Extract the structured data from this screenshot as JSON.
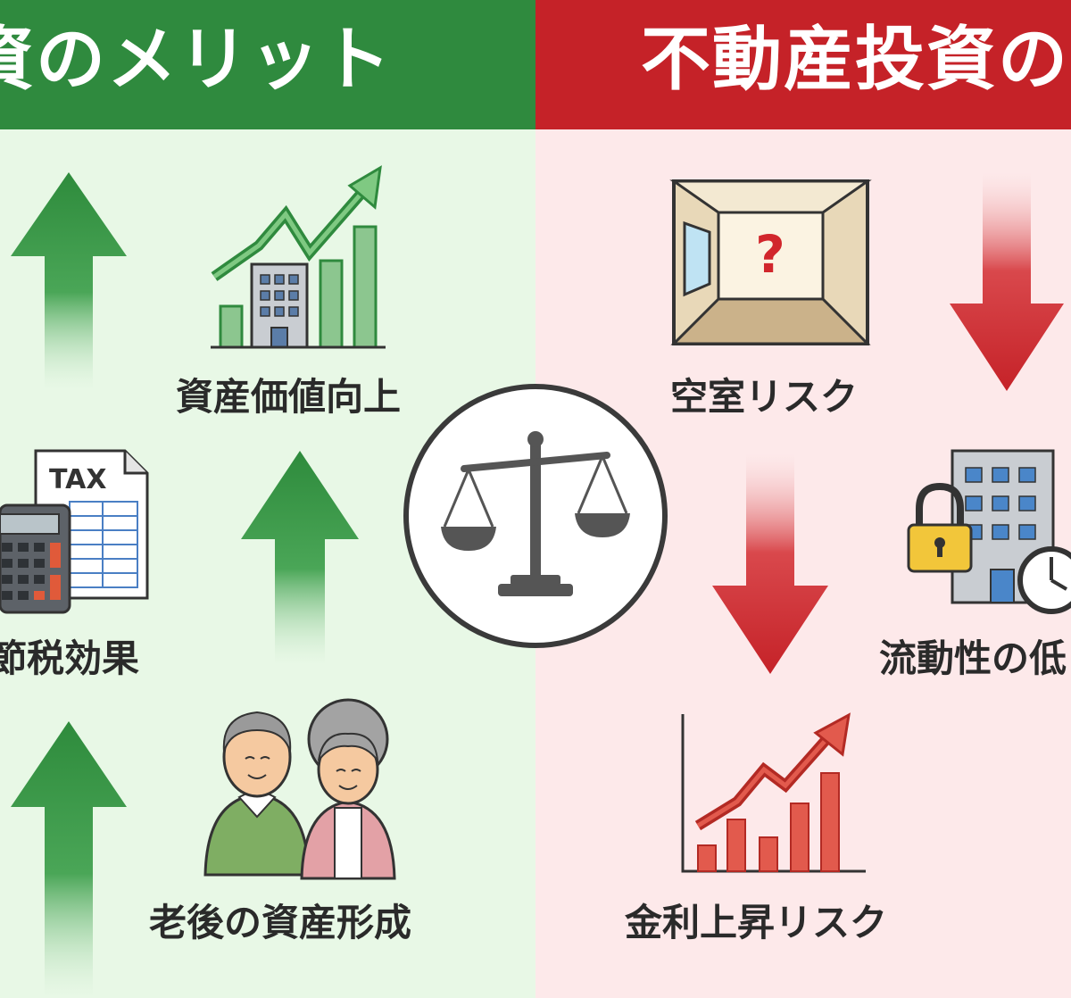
{
  "merit": {
    "header": "投資のメリット",
    "color": "#2f8a3e",
    "items": [
      {
        "label": "資産価値向上",
        "icon": "rising-chart-building-icon"
      },
      {
        "label": "節税効果",
        "icon": "tax-calculator-icon"
      },
      {
        "label": "老後の資産形成",
        "icon": "elderly-couple-icon"
      }
    ]
  },
  "demerit": {
    "header": "不動産投資のデ",
    "color": "#c52228",
    "items": [
      {
        "label": "空室リスク",
        "icon": "empty-room-question-icon"
      },
      {
        "label": "流動性の低",
        "icon": "locked-building-clock-icon"
      },
      {
        "label": "金利上昇リスク",
        "icon": "rising-interest-chart-icon"
      }
    ]
  },
  "center_icon": "balance-scale-icon",
  "tax_doc_text": "TAX",
  "question_mark": "?"
}
